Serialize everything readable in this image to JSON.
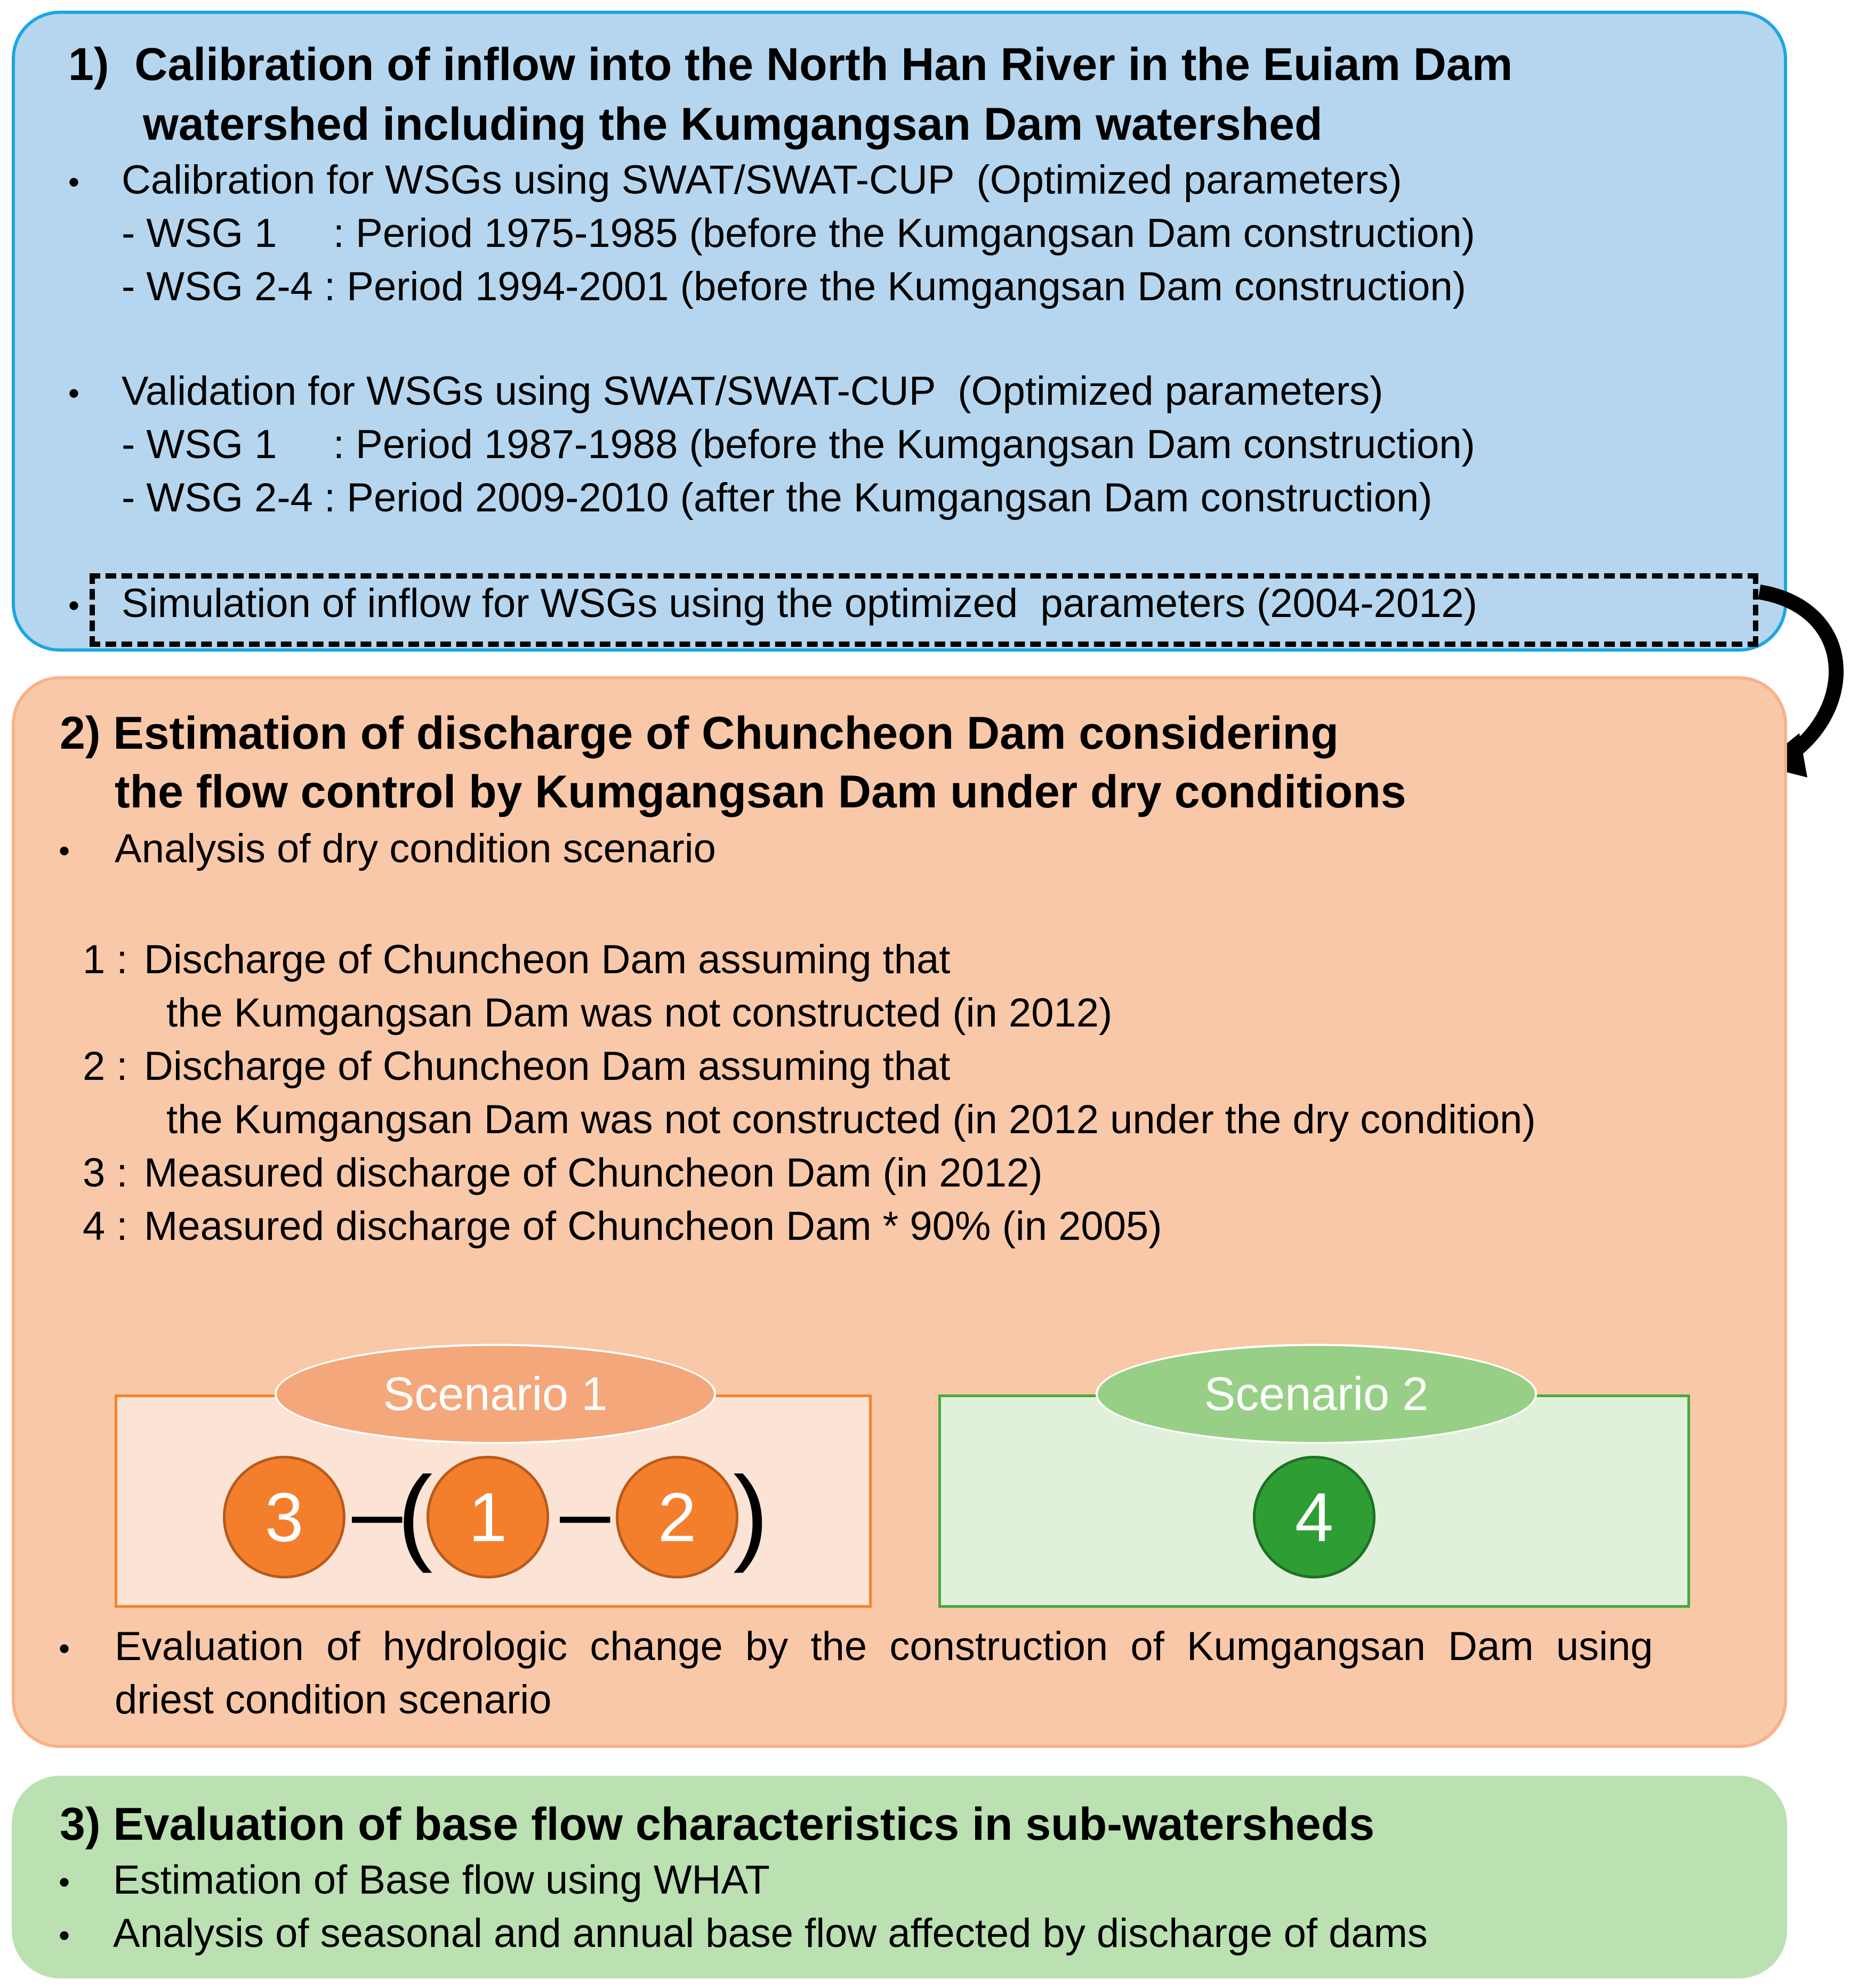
{
  "step1": {
    "title_line1": "1)  Calibration of inflow into the North Han River in the Euiam Dam",
    "title_line2": "watershed including the Kumgangsan Dam watershed",
    "bullet": "•",
    "calibration": {
      "heading": "Calibration for WSGs using SWAT/SWAT-CUP  (Optimized parameters)",
      "line1": "- WSG 1     : Period 1975-1985 (before the Kumgangsan Dam construction)",
      "line2": "- WSG 2-4 : Period 1994-2001 (before the Kumgangsan Dam construction)"
    },
    "validation": {
      "heading": "Validation for WSGs using SWAT/SWAT-CUP  (Optimized parameters)",
      "line1": "- WSG 1     : Period 1987-1988 (before the Kumgangsan Dam construction)",
      "line2": "- WSG 2-4 : Period 2009-2010 (after the Kumgangsan Dam construction)"
    },
    "simulation": "Simulation of inflow for WSGs using the optimized  parameters (2004-2012)"
  },
  "step2": {
    "title_line1": "2) Estimation of discharge of Chuncheon Dam considering",
    "title_line2": "the flow control by Kumgangsan Dam under dry conditions",
    "analysis": "Analysis of dry condition scenario",
    "items": [
      {
        "label": "1 :",
        "line1": "Discharge of Chuncheon Dam assuming that",
        "line2": "the Kumgangsan Dam was not constructed (in 2012)"
      },
      {
        "label": "2 :",
        "line1": "Discharge of Chuncheon Dam assuming that",
        "line2": "the Kumgangsan Dam was not constructed (in 2012 under the dry condition)"
      },
      {
        "label": "3 :",
        "line1": "Measured discharge of Chuncheon Dam (in 2012)"
      },
      {
        "label": "4 :",
        "line1": "Measured discharge of Chuncheon Dam * 90% (in 2005)"
      }
    ],
    "scenario1": {
      "label": "Scenario 1",
      "a": "3",
      "b": "1",
      "c": "2",
      "minus": "–",
      "lparen": "(",
      "rparen": ")"
    },
    "scenario2": {
      "label": "Scenario 2",
      "a": "4"
    },
    "evaluation_line1": "Evaluation  of  hydrologic  change  by  the  construction  of  Kumgangsan  Dam  using",
    "evaluation_line2": "driest condition scenario"
  },
  "step3": {
    "title": "3) Evaluation of base flow characteristics in sub-watersheds",
    "line1": "Estimation of Base flow using WHAT",
    "line2": "Analysis of seasonal and annual base flow affected by discharge of dams"
  },
  "colors": {
    "panel1_fill": "#b5d6ee",
    "panel1_border": "#1ba6e4",
    "panel2_fill": "#f9c8a8",
    "panel3_fill": "#bbe0b2",
    "orange_circle": "#f37f2d",
    "green_circle": "#2e9e34"
  }
}
